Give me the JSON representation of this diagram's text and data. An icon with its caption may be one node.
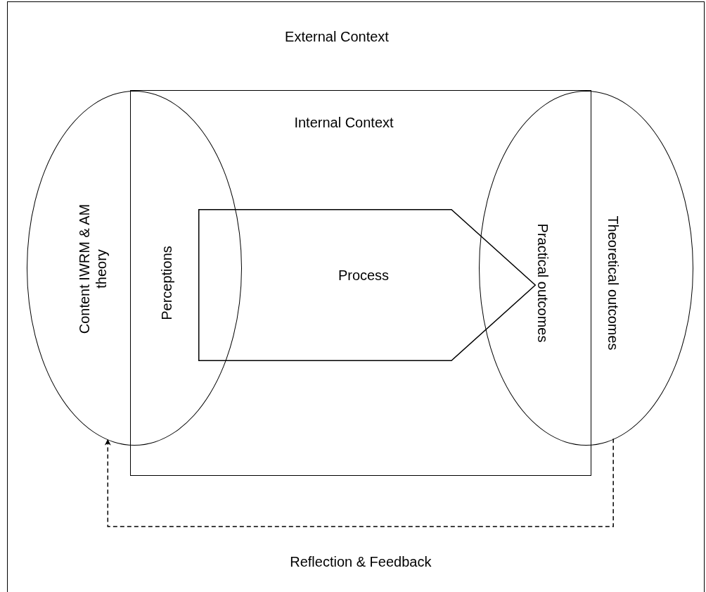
{
  "diagram": {
    "nodes": [
      {
        "text": [
          "External Context"
        ]
      },
      {
        "text": [
          "Internal Context"
        ],
        "in": 0
      },
      {
        "text": [
          "Content IWRM & AM theory",
          "Perceptions"
        ],
        "in": 0
      },
      {
        "text": [
          "Process"
        ],
        "in": 1
      },
      {
        "text": [
          "Practical outcomes",
          "Theoretical outcomes"
        ],
        "in": 0
      }
    ],
    "edges": [
      {
        "from": 4,
        "to": 2,
        "arrow": "to",
        "style": "dashed",
        "label": "Reflection & Feedback"
      }
    ]
  }
}
